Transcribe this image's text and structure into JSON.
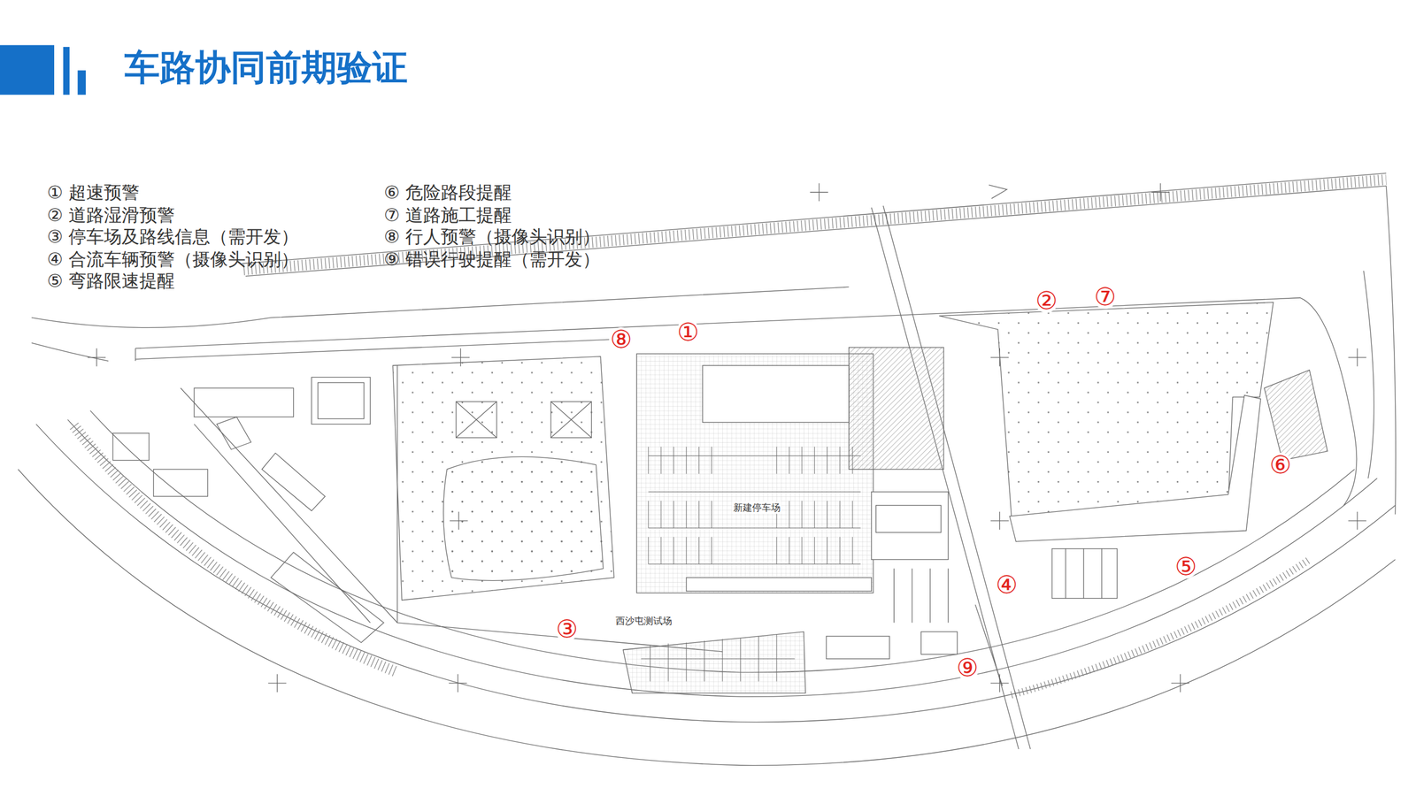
{
  "diagram": {
    "title": "车路协同前期验证",
    "labels": [
      "⑧",
      "①",
      "②",
      "⑦",
      "⑥",
      "④",
      "⑤",
      "③",
      "⑨",
      "新建停车场",
      "西沙屯测试场"
    ],
    "legend": [
      {
        "text": "① 超速预警"
      },
      {
        "text": "② 道路湿滑预警"
      },
      {
        "text": "③ 停车场及路线信息（需开发）"
      },
      {
        "text": "④ 合流车辆预警（摄像头识别）"
      },
      {
        "text": "⑤ 弯路限速提醒"
      },
      {
        "text": "⑥ 危险路段提醒"
      },
      {
        "text": "⑦ 道路施工提醒"
      },
      {
        "text": "⑧ 行人预警（摄像头识别）"
      },
      {
        "text": "⑨ 错误行驶提醒（需开发）"
      }
    ]
  }
}
